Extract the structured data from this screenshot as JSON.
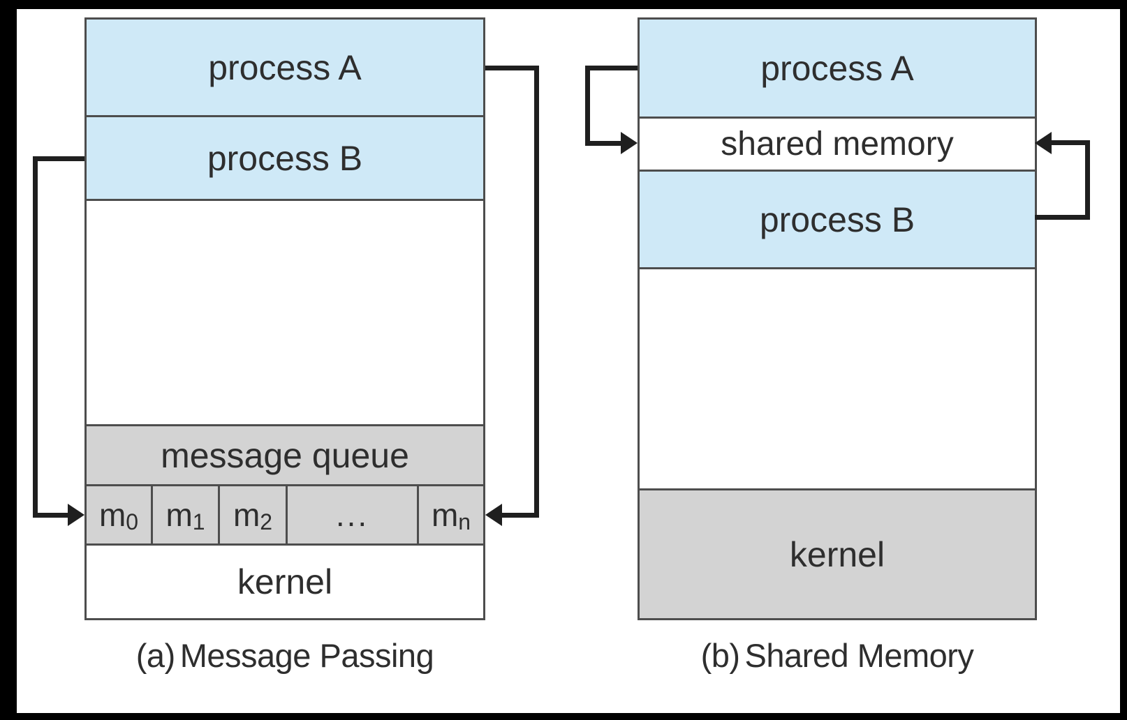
{
  "figure": {
    "diagram_a": {
      "process_a": "process A",
      "process_b": "process B",
      "message_queue_label": "message queue",
      "queue_cells": [
        {
          "base": "m",
          "sub": "0"
        },
        {
          "base": "m",
          "sub": "1"
        },
        {
          "base": "m",
          "sub": "2"
        },
        {
          "base": "...",
          "sub": ""
        },
        {
          "base": "m",
          "sub": "n"
        }
      ],
      "kernel_label": "kernel",
      "caption_prefix": "(a)",
      "caption_title": "Message Passing"
    },
    "diagram_b": {
      "process_a": "process A",
      "shared_memory_label": "shared memory",
      "process_b": "process B",
      "kernel_label": "kernel",
      "caption_prefix": "(b)",
      "caption_title": "Shared Memory"
    }
  },
  "colors": {
    "process_fill": "#cfe9f7",
    "gray_fill": "#d3d3d3",
    "line": "#4d4d4d",
    "arrow": "#1f1f1f",
    "text": "#2e2e2e",
    "frame": "#000000",
    "paper": "#ffffff"
  }
}
